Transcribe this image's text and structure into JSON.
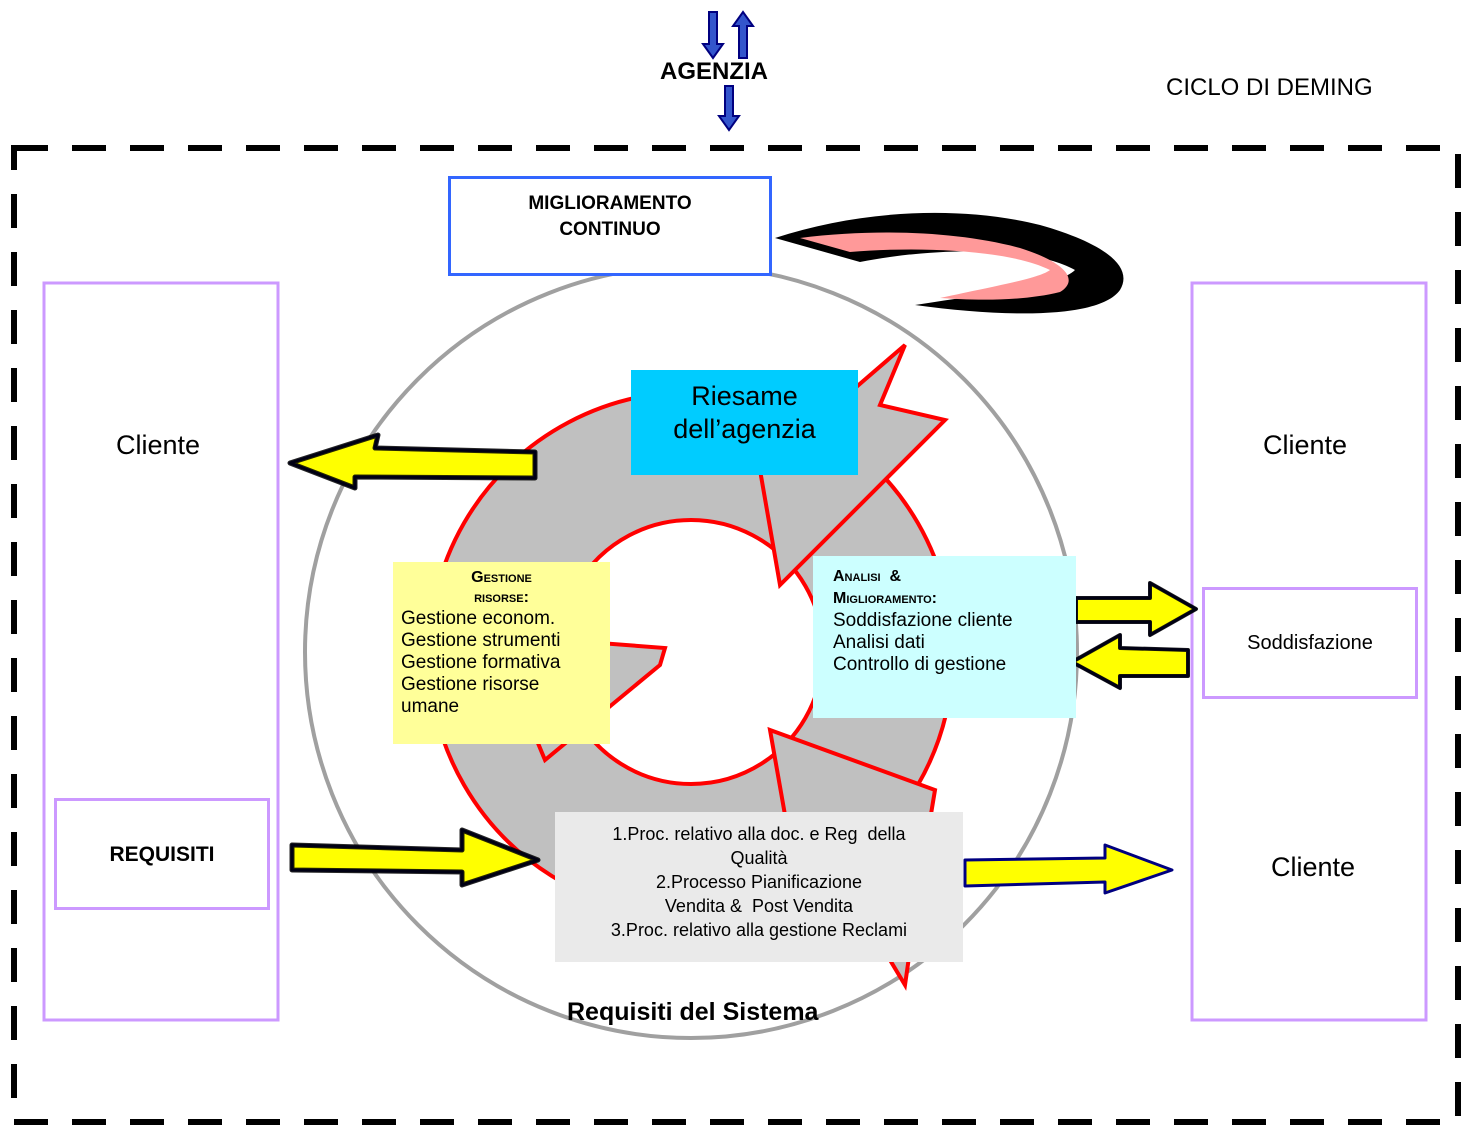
{
  "top": {
    "agency_label": "AGENZIA",
    "cycle_title": "CICLO DI DEMING"
  },
  "improvement": {
    "title_line1": "MIGLIORAMENTO",
    "title_line2": "CONTINUO"
  },
  "review": {
    "line1": "Riesame",
    "line2": "dell’agenzia"
  },
  "resources": {
    "heading1": "Gestione",
    "heading2": "risorse:",
    "items": [
      "Gestione econom.",
      "Gestione strumenti",
      "Gestione formativa",
      "Gestione risorse",
      "umane"
    ]
  },
  "analysis": {
    "heading1": "Analisi  &",
    "heading2": "Miglioramento:",
    "items": [
      "Soddisfazione cliente",
      "Analisi dati",
      "Controllo di gestione"
    ]
  },
  "processes": {
    "lines": [
      "1.Proc. relativo alla doc. e Reg  della",
      "Qualità",
      "2.Processo Pianificazione",
      "Vendita &  Post Vendita",
      "3.Proc. relativo alla gestione Reclami"
    ]
  },
  "system_requirements": "Requisiti del Sistema",
  "left_panel": {
    "client": "Cliente",
    "requirements": "REQUISITI"
  },
  "right_panel": {
    "client_top": "Cliente",
    "satisfaction": "Soddisfazione",
    "client_bottom": "Cliente"
  },
  "colors": {
    "dashed_border": "#000000",
    "circle_gray": "#c0c0c0",
    "cycle_red": "#ff0000",
    "arrow_yellow": "#ffff00",
    "arrow_navy": "#000080",
    "review_cyan": "#00ccff",
    "analysis_cyan": "#ccffff",
    "resources_yellow": "#ffff99",
    "processes_gray": "#eaeaea",
    "lavender": "#cc99ff",
    "blue_frame": "#3366ff",
    "swoosh_pink": "#ff9999"
  }
}
